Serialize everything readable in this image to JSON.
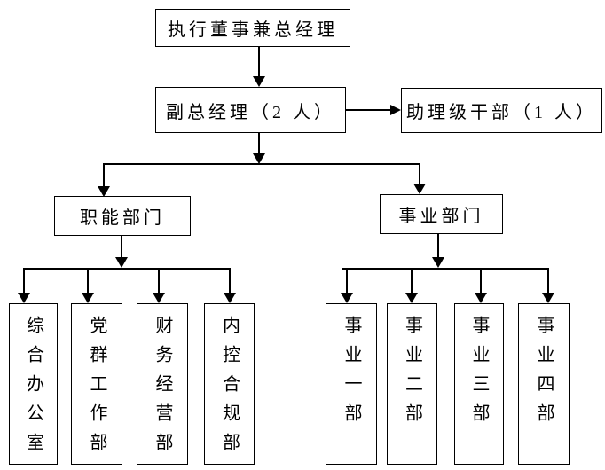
{
  "colors": {
    "line": "#000000",
    "text": "#000000",
    "border": "#000000",
    "background": "#ffffff"
  },
  "org_chart": {
    "type": "organization-chart",
    "root": {
      "label": "执行董事兼总经理"
    },
    "deputy": {
      "label": "副总经理（2 人）"
    },
    "assistant": {
      "label": "助理级干部（1 人）"
    },
    "functional_group": {
      "label": "职能部门",
      "departments": [
        "综合办公室",
        "党群工作部",
        "财务经营部",
        "内控合规部"
      ]
    },
    "business_group": {
      "label": "事业部门",
      "departments": [
        "事业一部",
        "事业二部",
        "事业三部",
        "事业四部"
      ]
    }
  }
}
